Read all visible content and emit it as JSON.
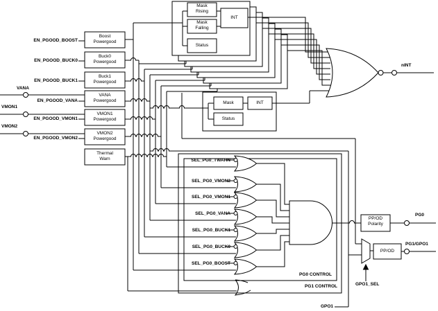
{
  "pins": {
    "vana": "VANA",
    "vmon1": "VMON1",
    "vmon2": "VMON2"
  },
  "en_labels": [
    "EN_PGOOD_BOOST",
    "EN_PGOOD_BUCK0",
    "EN_PGOOD_BUCK1",
    "EN_PGOOD_VANA",
    "EN_PGOOD_VMON1",
    "EN_PGOOD_VMON2"
  ],
  "blocks": [
    [
      "Boost",
      "Powergood"
    ],
    [
      "Buck0",
      "Powergood"
    ],
    [
      "Buck1",
      "Powergood"
    ],
    [
      "VANA",
      "Powergood"
    ],
    [
      "VMON1",
      "Powergood"
    ],
    [
      "VMON2",
      "Powergood"
    ],
    [
      "Thermal",
      "Warn"
    ]
  ],
  "int_top": {
    "mask_rising": [
      "Mask",
      "Rising"
    ],
    "mask_falling": [
      "Mask",
      "Falling"
    ],
    "status": "Status",
    "int": "INT"
  },
  "int_mid": {
    "mask": "Mask",
    "int": "INT",
    "status": "Status"
  },
  "sel_labels": [
    "SEL_PG0_TWARN",
    "SEL_PG0_VMON2",
    "SEL_PG0_VMON1",
    "SEL_PG0_VANA",
    "SEL_PG0_BUCK1",
    "SEL_PG0_BUCK0",
    "SEL_PG0_BOOST"
  ],
  "outputs": {
    "nint": "nINT",
    "pg0": "PG0",
    "pg1": "PG1/GPO1",
    "gpo1_sel": "GPO1_SEL",
    "gpo1": "GPO1"
  },
  "boxes": {
    "ppod_polarity": [
      "PP/OD",
      "Polarity"
    ],
    "ppod": "PP/OD"
  },
  "control": {
    "pg0": "PG0 CONTROL",
    "pg1": "PG1 CONTROL"
  },
  "colors": {
    "line": "#000000",
    "background": "#ffffff"
  }
}
